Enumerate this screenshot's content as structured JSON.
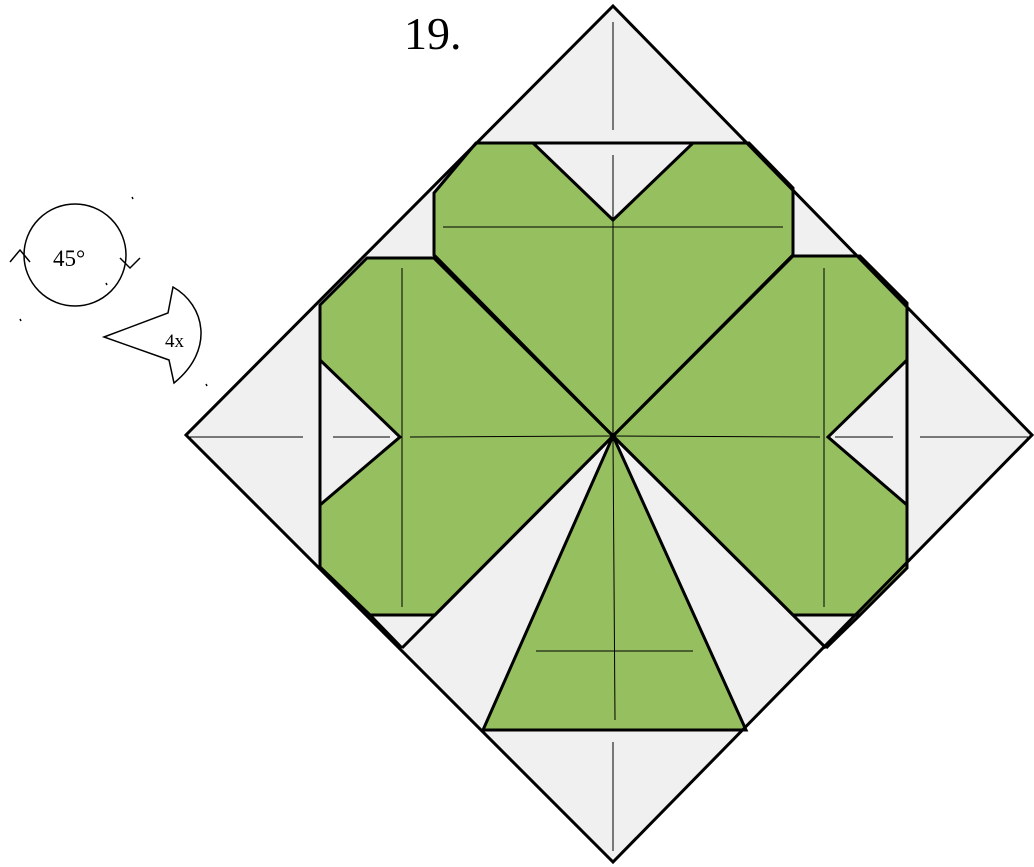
{
  "step_number": "19.",
  "rotation_symbol": {
    "label": "45°",
    "icon": "rotate-45-icon"
  },
  "repeat_symbol": {
    "label": "4x",
    "icon": "repeat-arrow-icon"
  },
  "colors": {
    "paper_white": "#f0f0f0",
    "paper_green": "#96bf5f",
    "line": "#000000"
  }
}
